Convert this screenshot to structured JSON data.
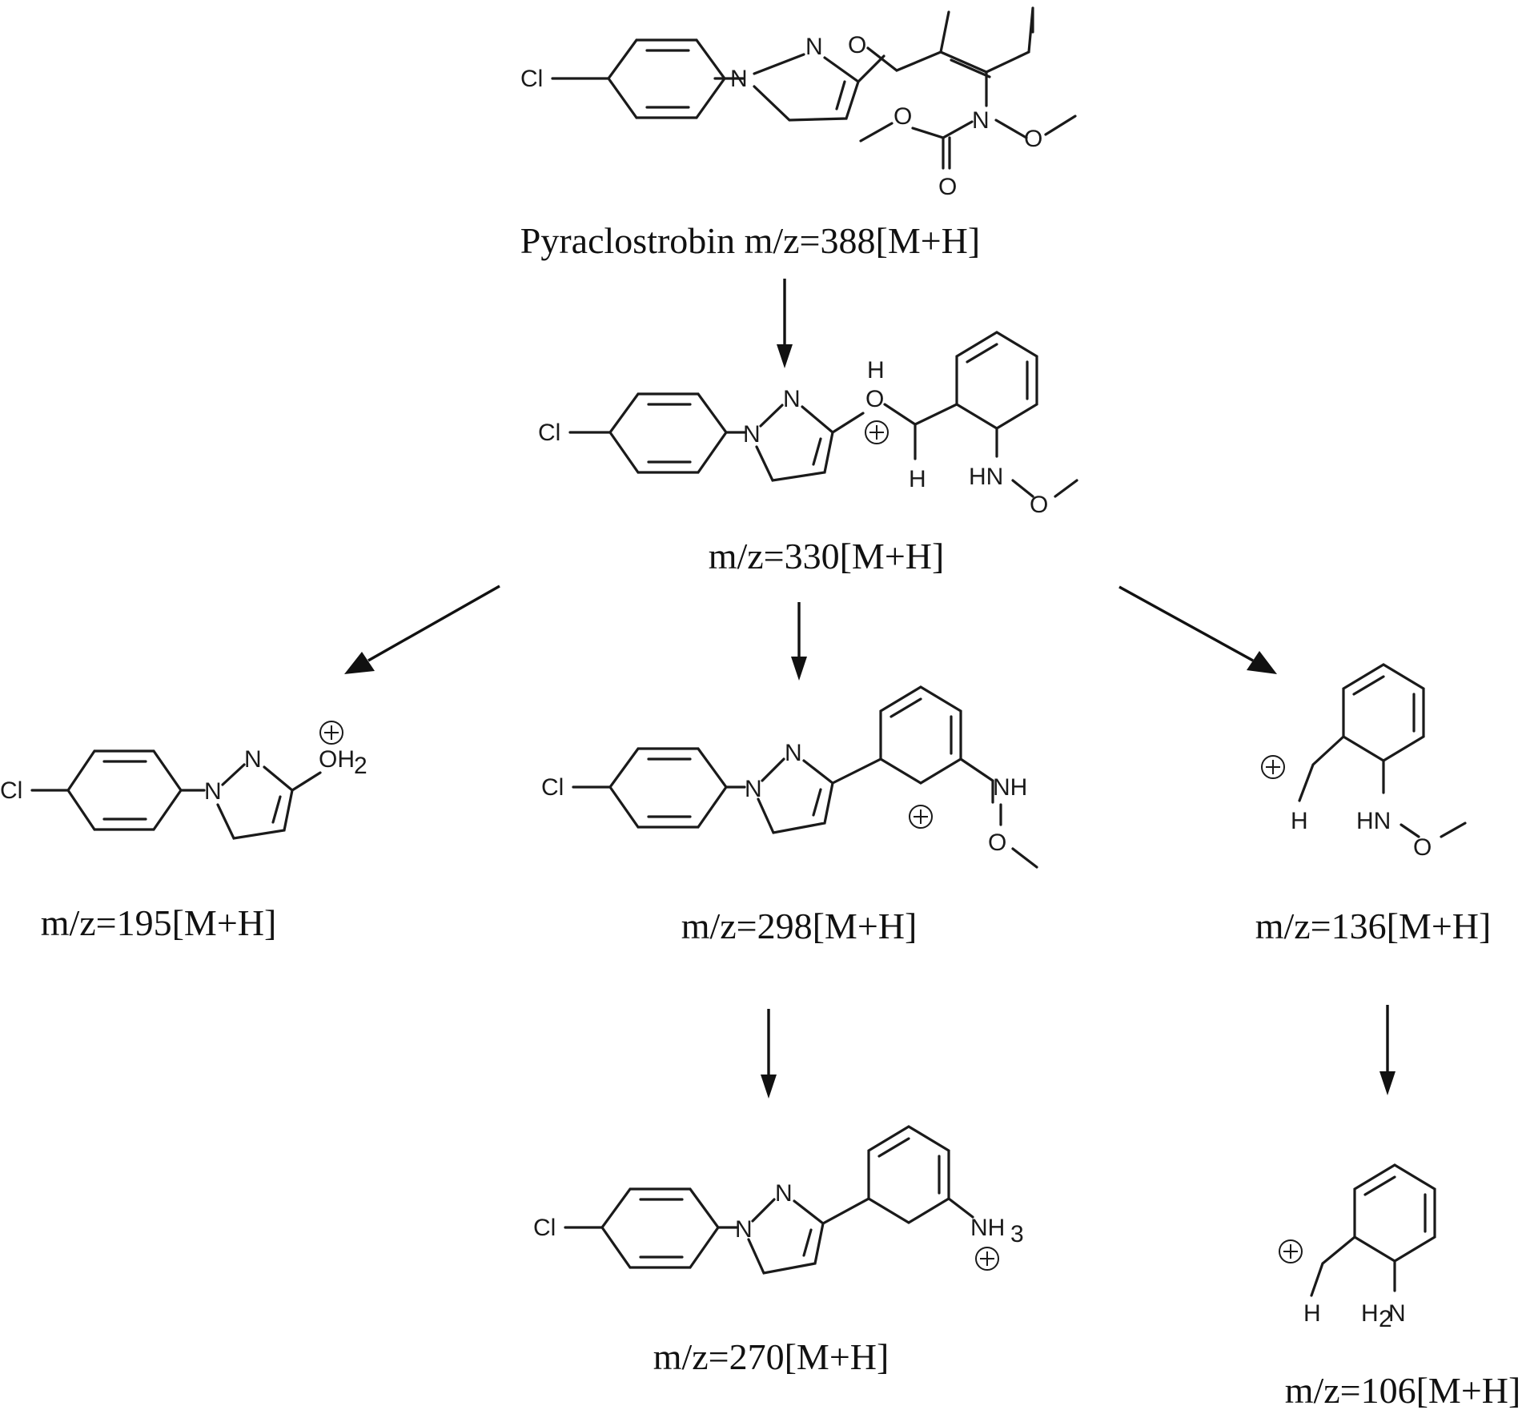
{
  "captions": {
    "parent": "Pyraclostrobin m/z=388[M+H]",
    "f330": "m/z=330[M+H]",
    "f195": "m/z=195[M+H]",
    "f298": "m/z=298[M+H]",
    "f136": "m/z=136[M+H]",
    "f270": "m/z=270[M+H]",
    "f106": "m/z=106[M+H]"
  },
  "atoms": {
    "cl": "Cl",
    "n": "N",
    "o": "O",
    "h": "H",
    "hn": "HN",
    "nh": "NH",
    "oh2": "OH",
    "nh3": "NH",
    "h2n_h": "H",
    "h2n_n": "N",
    "sub2": "2",
    "sub3": "3"
  },
  "arrows": [
    {
      "from": "parent",
      "to": "f330"
    },
    {
      "from": "f330",
      "to": "f195"
    },
    {
      "from": "f330",
      "to": "f298"
    },
    {
      "from": "f330",
      "to": "f136"
    },
    {
      "from": "f298",
      "to": "f270"
    },
    {
      "from": "f136",
      "to": "f106"
    }
  ]
}
